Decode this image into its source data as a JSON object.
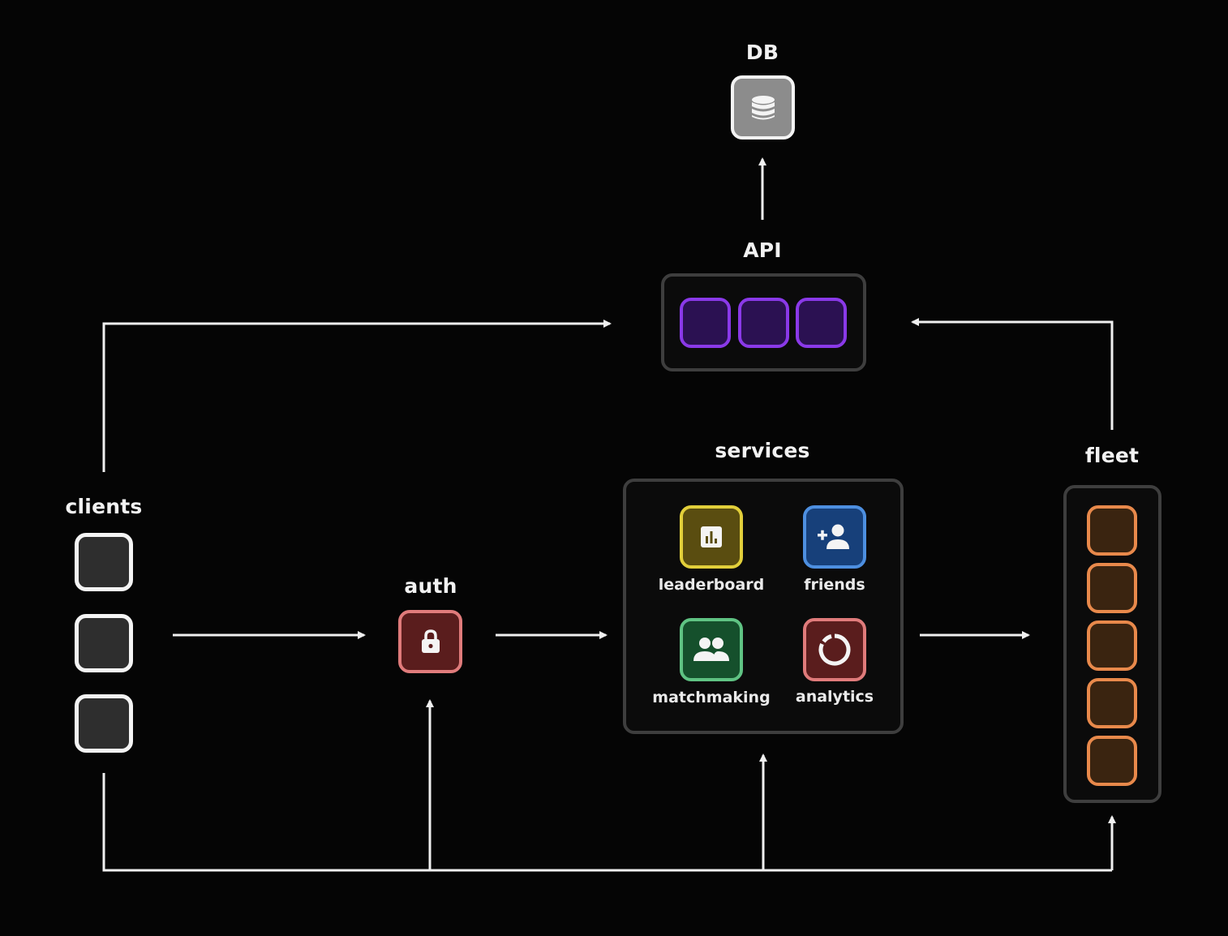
{
  "labels": {
    "db": "DB",
    "api": "API",
    "services": "services",
    "fleet": "fleet",
    "clients": "clients",
    "auth": "auth"
  },
  "services": [
    {
      "label": "leaderboard",
      "icon": "bar-chart-icon",
      "color": "#e2cf3a",
      "fill": "#5a4d10"
    },
    {
      "label": "friends",
      "icon": "add-person-icon",
      "color": "#4d8fe0",
      "fill": "#17407a"
    },
    {
      "label": "matchmaking",
      "icon": "people-icon",
      "color": "#5fc383",
      "fill": "#15502c"
    },
    {
      "label": "analytics",
      "icon": "donut-icon",
      "color": "#e07b7b",
      "fill": "#5a1d1d"
    }
  ],
  "colors": {
    "background": "#050505",
    "arrow": "#f0f0f0",
    "api": "#8a39e8",
    "fleet": "#e8894b",
    "auth": "#e07b7b",
    "db": "#8c8c8c"
  },
  "icons": {
    "db": "database-icon",
    "auth": "lock-icon"
  }
}
